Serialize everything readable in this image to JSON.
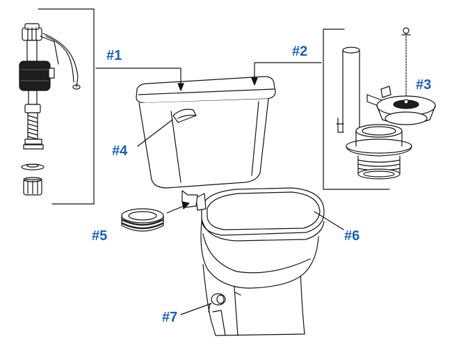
{
  "diagram": {
    "parts": [
      {
        "id": "fill-valve",
        "label": "#1"
      },
      {
        "id": "flush-valve",
        "label": "#2"
      },
      {
        "id": "flapper",
        "label": "#3"
      },
      {
        "id": "trip-lever",
        "label": "#4"
      },
      {
        "id": "tank-to-bowl-gasket",
        "label": "#5"
      },
      {
        "id": "toilet-seat",
        "label": "#6"
      },
      {
        "id": "wax-ring",
        "label": "#7"
      }
    ]
  },
  "colors": {
    "callout_text": "#1a5fb4",
    "line_art": "#111111",
    "fill_light": "#ffffff",
    "fill_dark": "#1e1e1e"
  }
}
